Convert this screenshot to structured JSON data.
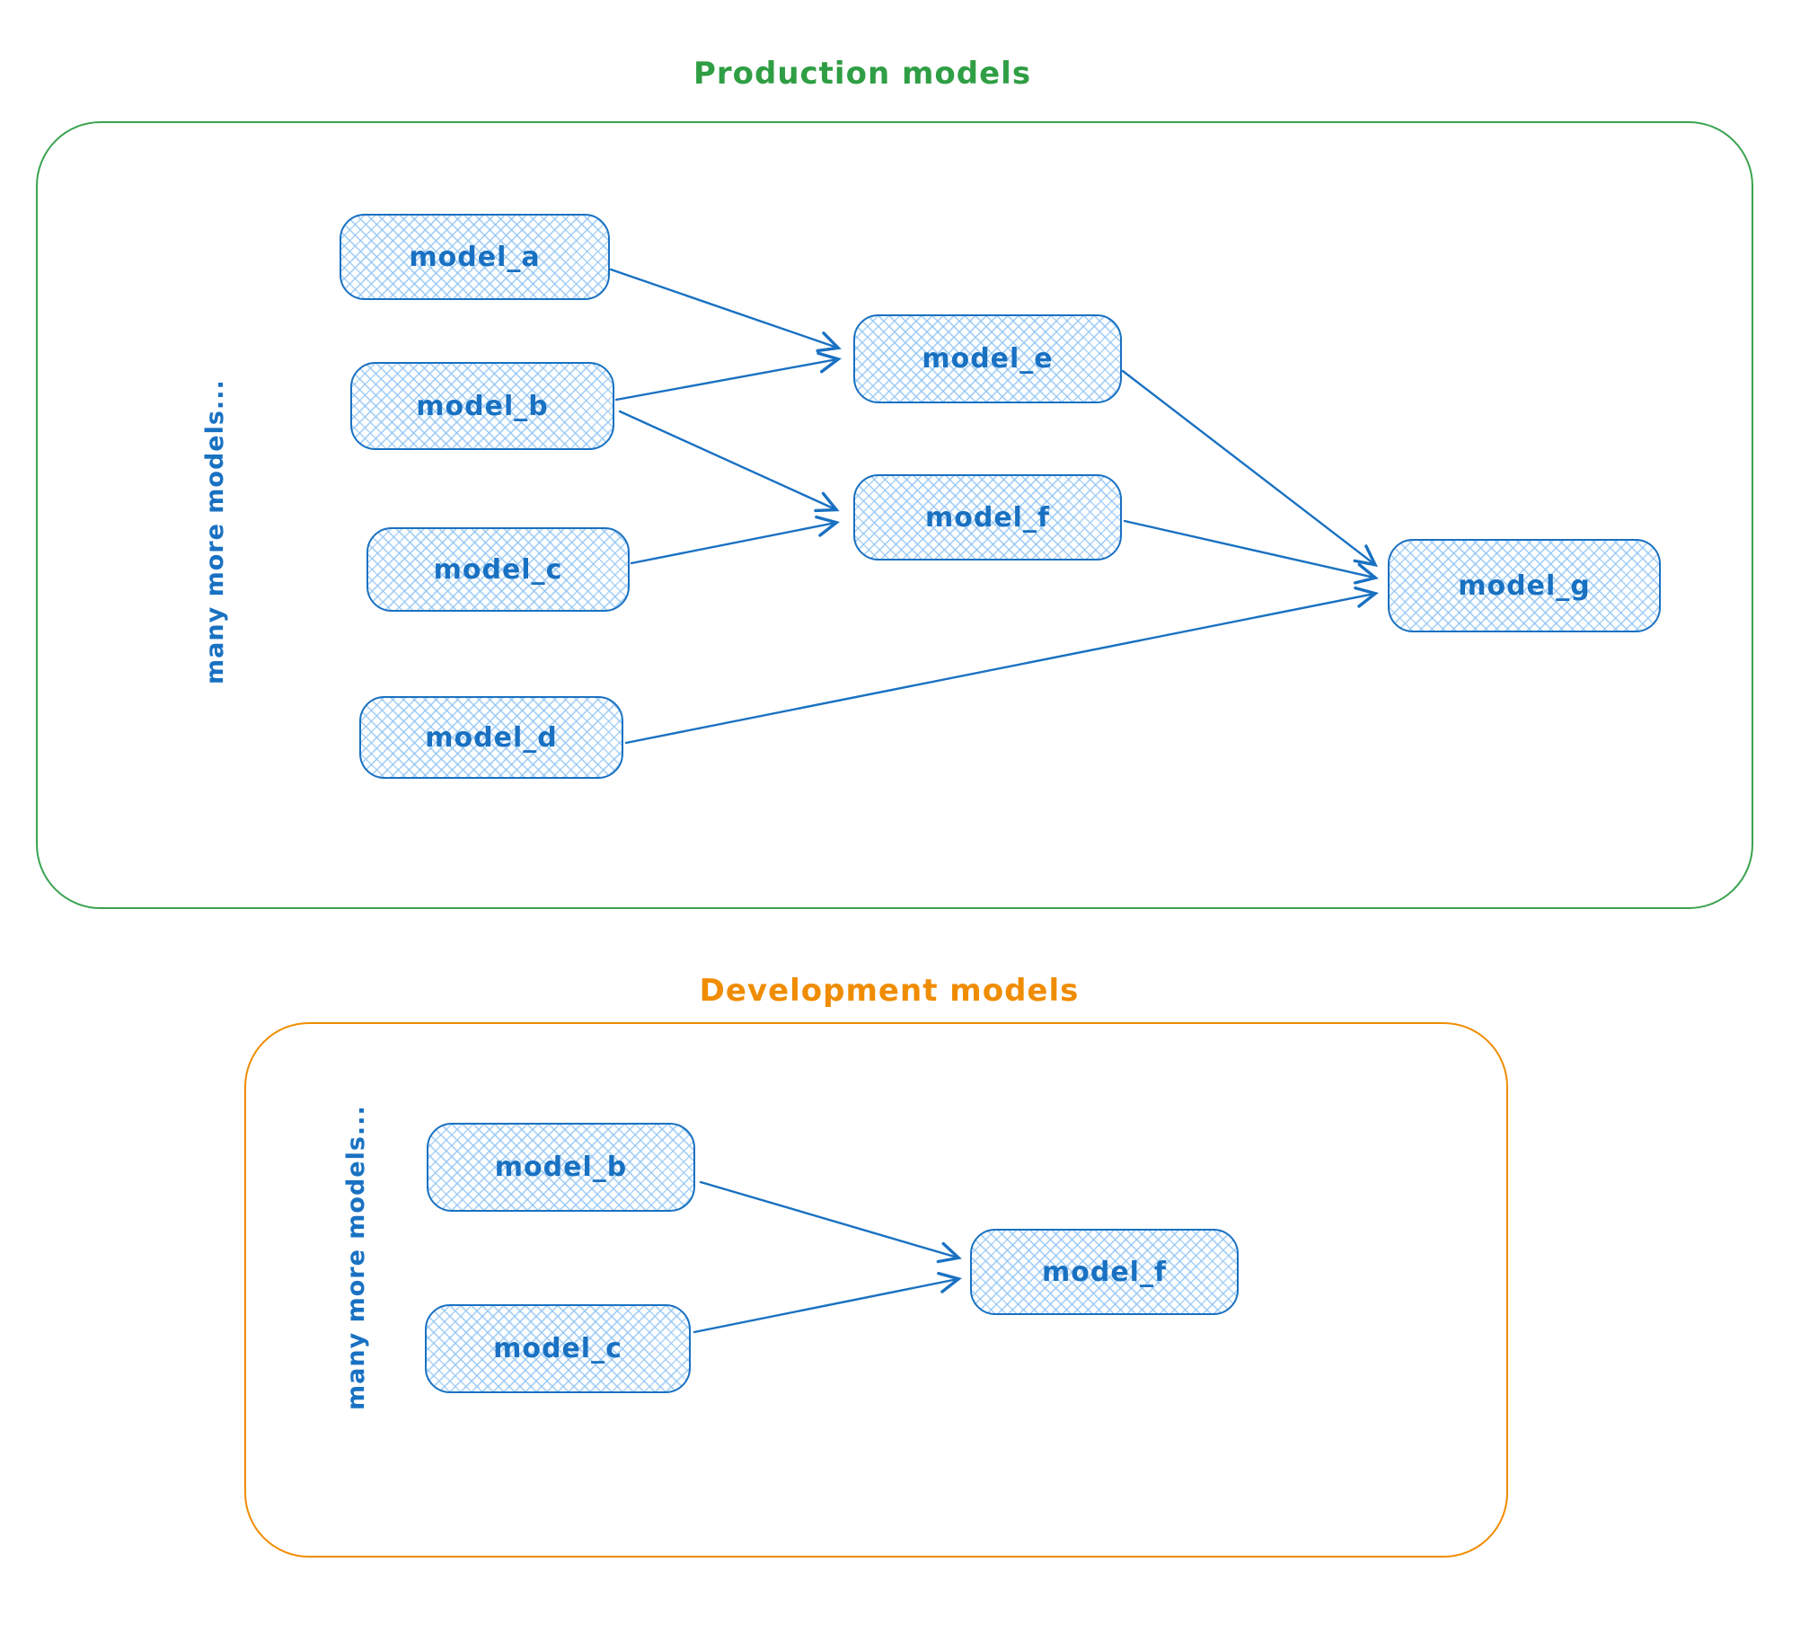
{
  "colors": {
    "node_stroke": "#1971c2",
    "node_fill_hatch": "#a5d8ff",
    "production_accent": "#2f9e44",
    "development_accent": "#f08c00"
  },
  "production": {
    "title": "Production models",
    "side_label": "many more models...",
    "nodes": [
      {
        "label": "model_a"
      },
      {
        "label": "model_b"
      },
      {
        "label": "model_c"
      },
      {
        "label": "model_d"
      },
      {
        "label": "model_e"
      },
      {
        "label": "model_f"
      },
      {
        "label": "model_g"
      }
    ],
    "edges": [
      {
        "from": "model_a",
        "to": "model_e"
      },
      {
        "from": "model_b",
        "to": "model_e"
      },
      {
        "from": "model_b",
        "to": "model_f"
      },
      {
        "from": "model_c",
        "to": "model_f"
      },
      {
        "from": "model_e",
        "to": "model_g"
      },
      {
        "from": "model_f",
        "to": "model_g"
      },
      {
        "from": "model_d",
        "to": "model_g"
      }
    ]
  },
  "development": {
    "title": "Development models",
    "side_label": "many more models...",
    "nodes": [
      {
        "label": "model_b"
      },
      {
        "label": "model_c"
      },
      {
        "label": "model_f"
      }
    ],
    "edges": [
      {
        "from": "model_b",
        "to": "model_f"
      },
      {
        "from": "model_c",
        "to": "model_f"
      }
    ]
  }
}
